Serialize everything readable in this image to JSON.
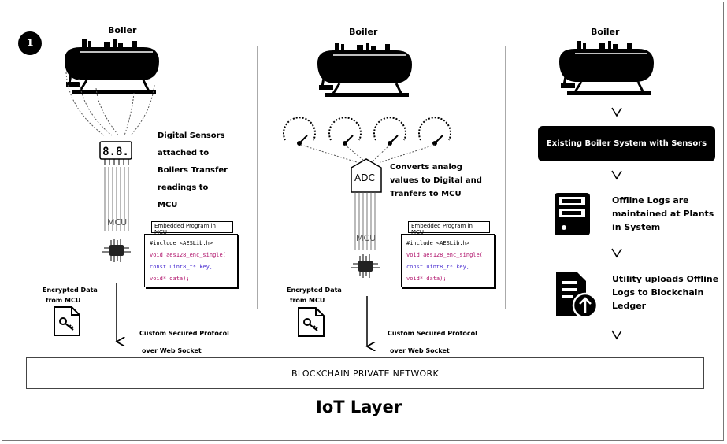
{
  "step_badge": "1",
  "layer_title": "IoT Layer",
  "network_label": "BLOCKCHAIN PRIVATE NETWORK",
  "panels": [
    {
      "boiler_label": "Boiler",
      "sensor_note": [
        "Digital Sensors",
        "attached to",
        "Boilers Transfer",
        "readings to",
        "MCU"
      ],
      "mcu_label": "MCU",
      "program_tab": "Embedded Program in MCU",
      "code": [
        "#include <AESLib.h>",
        "void aes128_enc_single(",
        "const uint8_t* key,",
        "void* data);"
      ],
      "encrypted_label": [
        "Encrypted Data",
        "from MCU"
      ],
      "protocol_label": [
        "Custom Secured Protocol",
        "over Web Socket"
      ]
    },
    {
      "boiler_label": "Boiler",
      "adc_label": "ADC",
      "adc_note": [
        "Converts analog",
        "values to Digital and",
        "Tranfers to MCU"
      ],
      "mcu_label": "MCU",
      "program_tab": "Embedded Program in MCU",
      "code": [
        "#include <AESLib.h>",
        "void aes128_enc_single(",
        "const uint8_t* key,",
        "void* data);"
      ],
      "encrypted_label": [
        "Encrypted Data",
        "from MCU"
      ],
      "protocol_label": [
        "Custom Secured Protocol",
        "over Web Socket"
      ]
    },
    {
      "boiler_label": "Boiler",
      "system_box": "Existing Boiler System with Sensors",
      "logs_note": [
        "Offline Logs are",
        "maintained at Plants",
        "in System"
      ],
      "upload_note": [
        "Utility uploads Offline",
        "Logs to Blockchain",
        "Ledger"
      ]
    }
  ]
}
